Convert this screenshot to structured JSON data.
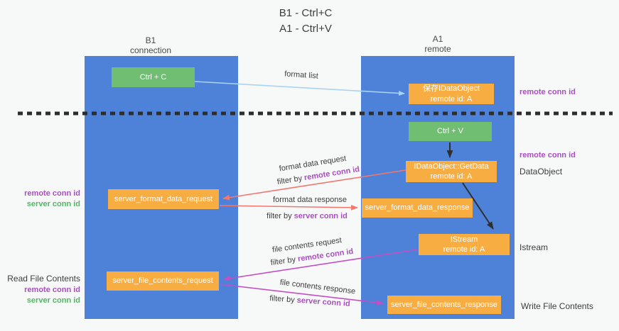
{
  "title": {
    "line1": "B1 - Ctrl+C",
    "line2": "A1 - Ctrl+V"
  },
  "lanes": {
    "left": {
      "header1": "B1",
      "header2": "connection"
    },
    "right": {
      "header1": "A1",
      "header2": "remote"
    }
  },
  "nodes": {
    "ctrl_c": {
      "label": "Ctrl + C"
    },
    "ctrl_v": {
      "label": "Ctrl + V"
    },
    "save_dataobject": {
      "line1": "保存IDataObject",
      "line2": "remote id: A"
    },
    "getdata": {
      "line1": "IDataObject::GetData",
      "line2": "remote id: A"
    },
    "istream": {
      "line1": "IStream",
      "line2": "remote id: A"
    },
    "server_format_data_request": {
      "label": "server_format_data_request"
    },
    "server_format_data_response": {
      "label": "server_format_data_response"
    },
    "server_file_contents_request": {
      "label": "server_file_contents_request"
    },
    "server_file_contents_response": {
      "label": "server_file_contents_response"
    }
  },
  "edge_labels": {
    "format_list": "format list",
    "format_data_request": "format data request",
    "format_data_response": "format data response",
    "file_contents_request": "file contents request",
    "file_contents_response": "file contents response",
    "filter_by": "filter by ",
    "remote_conn_id": "remote conn id",
    "server_conn_id": "server conn id"
  },
  "annotations": {
    "left": {
      "remote_conn_id_1": "remote conn id",
      "server_conn_id_1": "server conn id",
      "read_file_contents": "Read File Contents",
      "remote_conn_id_2": "remote conn id",
      "server_conn_id_2": "server conn id"
    },
    "right": {
      "remote_conn_id_1": "remote conn id",
      "remote_conn_id_2": "remote conn id",
      "dataobject": "DataObject",
      "istream": "Istream",
      "write_file_contents": "Write File Contents"
    }
  },
  "colors": {
    "lane_blue": "#4d82d8",
    "box_green": "#6fbe72",
    "box_orange": "#f8ad43",
    "arrow_light_blue": "#a9d3f2",
    "arrow_black": "#2f2f2f",
    "arrow_red": "#f3776f",
    "arrow_magenta": "#c44fc4",
    "text_purple": "#a94fc0",
    "text_green": "#54b664",
    "dashed_line": "#2d2d2d"
  }
}
